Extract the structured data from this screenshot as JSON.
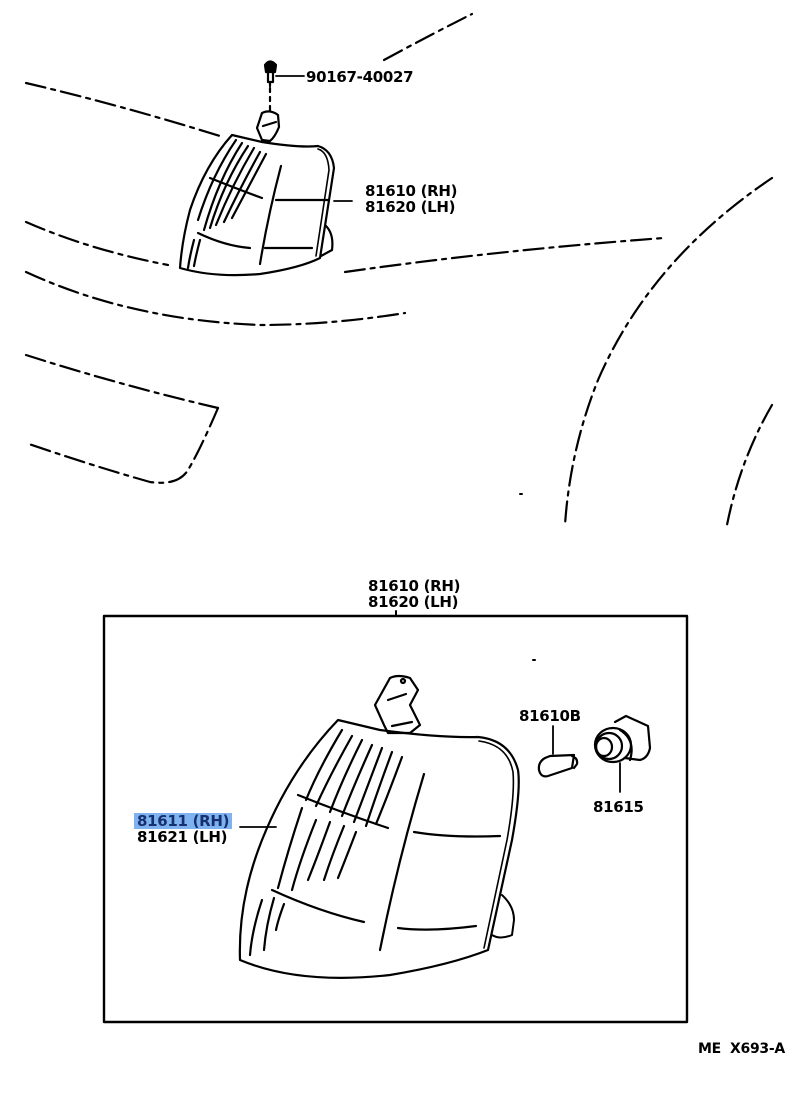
{
  "diagram": {
    "type": "parts-exploded-view",
    "subject": "front clearance / turn signal lamp assembly",
    "highlight_color": "#7fb2f0",
    "line_color": "#000000",
    "background": "#ffffff"
  },
  "callouts": {
    "screw": {
      "part_no": "90167-40027"
    },
    "lamp_assy_top": {
      "rh": "81610 (RH)",
      "lh": "81620 (LH)"
    },
    "lamp_assy_box": {
      "rh": "81610 (RH)",
      "lh": "81620 (LH)"
    },
    "lens": {
      "rh": "81611 (RH)",
      "lh": "81621 (LH)",
      "highlighted": "81611 (RH)"
    },
    "bulb": {
      "part_no": "81610B"
    },
    "socket": {
      "part_no": "81615"
    }
  },
  "footer": {
    "ref_code": "ME  X693-A"
  }
}
